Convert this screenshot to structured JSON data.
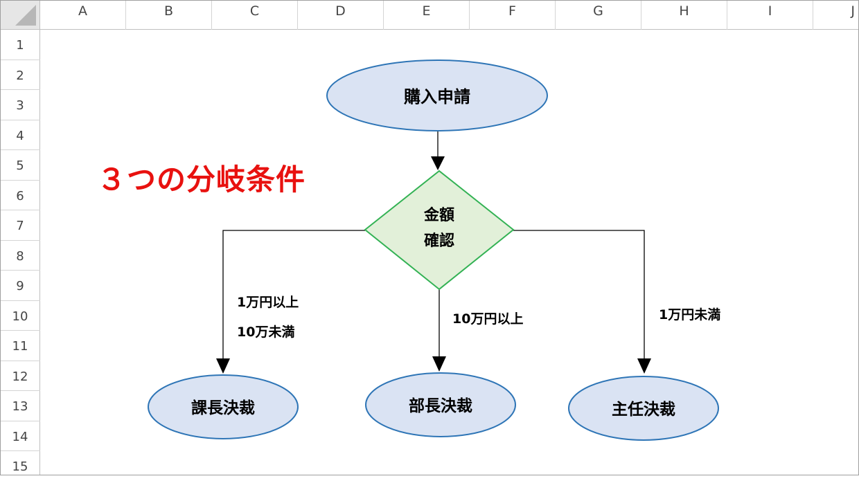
{
  "columns": [
    "A",
    "B",
    "C",
    "D",
    "E",
    "F",
    "G",
    "H",
    "I",
    "J"
  ],
  "rows": [
    "1",
    "2",
    "3",
    "4",
    "5",
    "6",
    "7",
    "8",
    "9",
    "10",
    "11",
    "12",
    "13",
    "14",
    "15"
  ],
  "title": "３つの分岐条件",
  "nodes": {
    "start": "購入申請",
    "decision_line1": "金額",
    "decision_line2": "確認",
    "left_result": "課長決裁",
    "center_result": "部長決裁",
    "right_result": "主任決裁"
  },
  "conditions": {
    "left_line1": "1万円以上",
    "left_line2": "10万未満",
    "center": "10万円以上",
    "right": "1万円未満"
  },
  "colors": {
    "ellipse_fill": "#dae3f3",
    "ellipse_stroke": "#2e75b6",
    "diamond_fill": "#e2f0d9",
    "diamond_stroke": "#33b254",
    "title_color": "#e8110f",
    "arrow": "#000000"
  }
}
